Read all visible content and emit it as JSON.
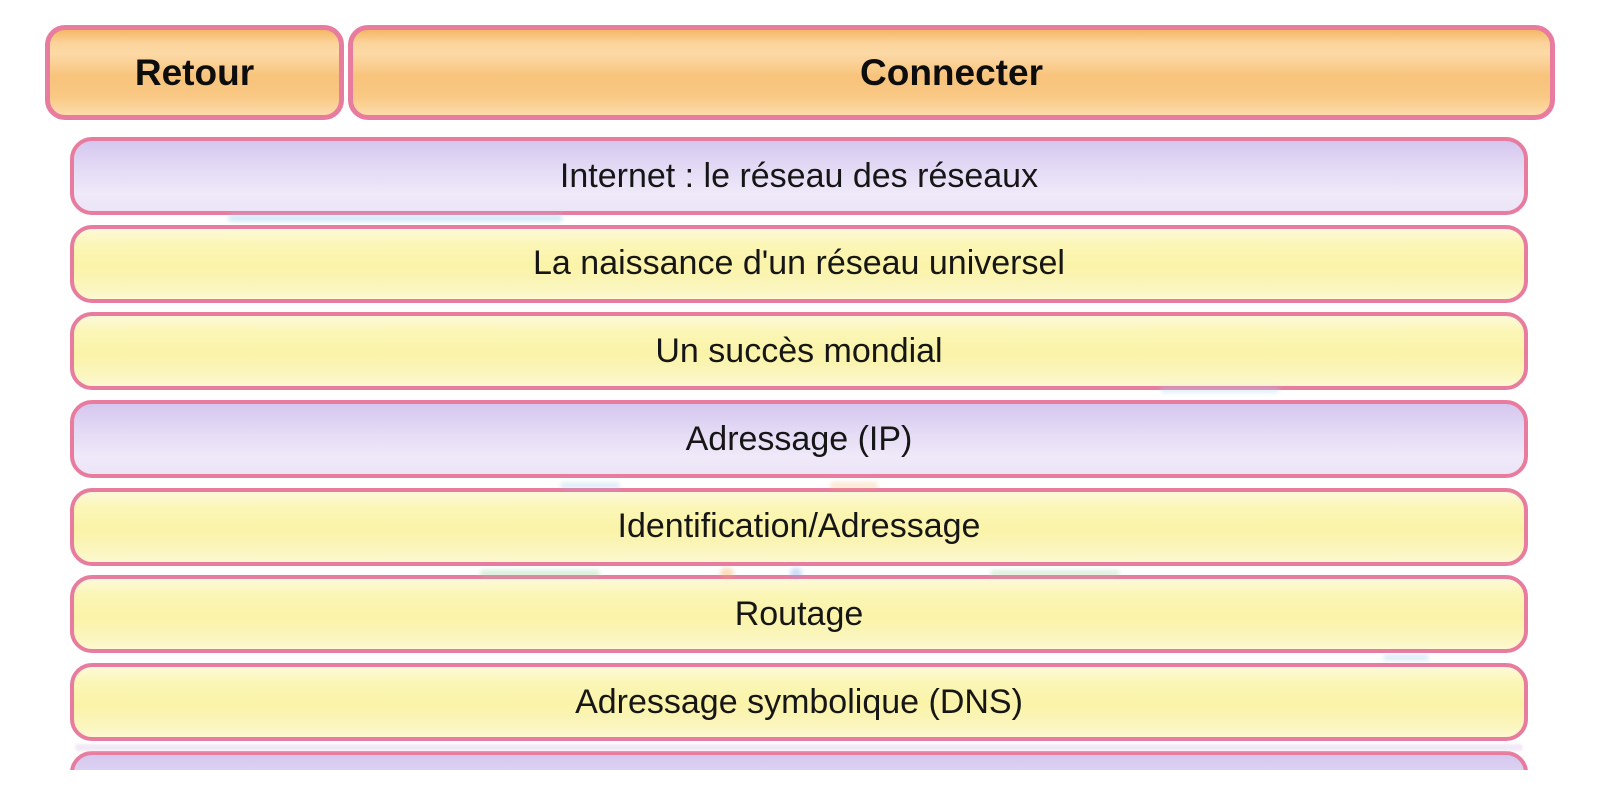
{
  "buttons": {
    "back": "Retour",
    "connect": "Connecter"
  },
  "menu": {
    "items": [
      {
        "label": "Internet : le réseau des réseaux",
        "variant": "purple"
      },
      {
        "label": "La naissance d'un réseau universel",
        "variant": "yellow"
      },
      {
        "label": "Un succès mondial",
        "variant": "yellow"
      },
      {
        "label": "Adressage (IP)",
        "variant": "purple"
      },
      {
        "label": "Identification/Adressage",
        "variant": "yellow"
      },
      {
        "label": "Routage",
        "variant": "yellow"
      },
      {
        "label": "Adressage symbolique (DNS)",
        "variant": "yellow"
      },
      {
        "label": "",
        "variant": "purple"
      }
    ]
  },
  "colors": {
    "border_pink": "#e87c9f",
    "orange_button_top": "#f5b765",
    "orange_button_bottom": "#fcdcaa",
    "purple_row_top": "#d5c7ef",
    "purple_row_bottom": "#ece5f8",
    "yellow_row_mid": "#faf3a8",
    "text": "#161616",
    "background": "#ffffff"
  }
}
